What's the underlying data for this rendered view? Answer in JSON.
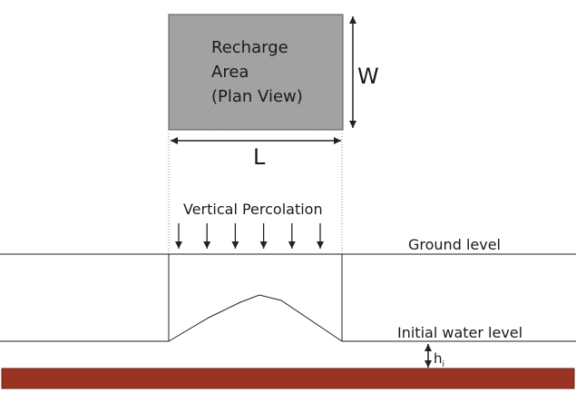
{
  "recharge_area": {
    "line1": "Recharge",
    "line2": "Area",
    "line3": "(Plan View)",
    "fill_color": "#a6a6a6"
  },
  "dimensions": {
    "width_label": "W",
    "length_label": "L"
  },
  "percolation": {
    "label": "Vertical Percolation",
    "arrow_count": 6
  },
  "levels": {
    "ground_label": "Ground level",
    "water_label": "Initial water level",
    "h_label": "h",
    "h_subscript": "i"
  },
  "colors": {
    "line": "#222222",
    "impermeable_layer": "#9b3322",
    "dotted_guides": "#888888"
  }
}
